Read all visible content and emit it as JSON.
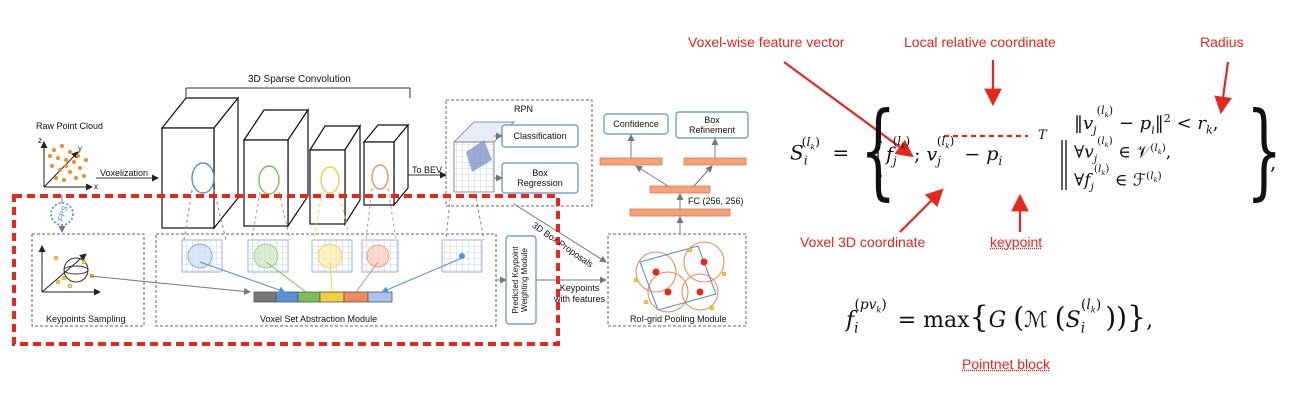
{
  "diagram": {
    "sparse_conv_title": "3D Sparse Convolution",
    "raw_point_cloud": "Raw Point Cloud",
    "voxelization": "Voxelization",
    "to_bev": "To BEV",
    "rpn": "RPN",
    "classification": "Classification",
    "box_regression": "Box\nRegression",
    "confidence": "Confidence",
    "box_refinement": "Box\nRefinement",
    "fc": "FC (256, 256)",
    "proposals": "3D Box Proposals",
    "fps": "FPS",
    "keypoints_sampling": "Keypoints Sampling",
    "vsa_module": "Voxel Set Abstraction Module",
    "pkw_module": "Predicted Keypoint\nWeighting Module",
    "keypoints_with_features": "Keypoints\nwith features",
    "roi_pooling": "RoI-grid Pooling Module",
    "axis_x": "x",
    "axis_y": "y",
    "axis_z": "z"
  },
  "annotations": {
    "voxel_feature": "Voxel-wise feature vector",
    "local_coord": "Local relative coordinate",
    "radius": "Radius",
    "voxel_3d": "Voxel 3D coordinate",
    "keypoint": "keypoint",
    "pointnet_block": "Pointnet block"
  },
  "colors": {
    "annotation_red": "#e8261c",
    "voxel_blue": "#5b8fd6",
    "voxel_green": "#7cbf5a",
    "voxel_yellow": "#f2cf3c",
    "voxel_orange": "#ef8c5c",
    "fc_orange": "#f4a27a",
    "point_orange": "#f28c28"
  }
}
